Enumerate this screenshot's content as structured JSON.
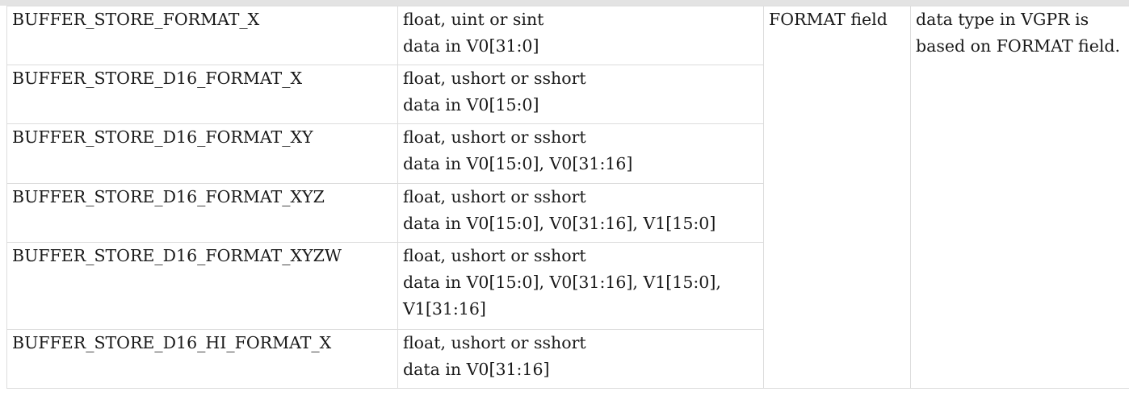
{
  "table": {
    "rows": [
      {
        "opcode": "BUFFER_STORE_FORMAT_X",
        "desc": [
          "float, uint or sint",
          "data in V0[31:0]"
        ]
      },
      {
        "opcode": "BUFFER_STORE_D16_FORMAT_X",
        "desc": [
          "float, ushort or sshort",
          "data in V0[15:0]"
        ]
      },
      {
        "opcode": "BUFFER_STORE_D16_FORMAT_XY",
        "desc": [
          "float, ushort or sshort",
          "data in V0[15:0], V0[31:16]"
        ]
      },
      {
        "opcode": "BUFFER_STORE_D16_FORMAT_XYZ",
        "desc": [
          "float, ushort or sshort",
          "data in V0[15:0], V0[31:16], V1[15:0]"
        ]
      },
      {
        "opcode": "BUFFER_STORE_D16_FORMAT_XYZW",
        "desc": [
          "float, ushort or sshort",
          "data in V0[15:0], V0[31:16], V1[15:0],",
          "V1[31:16]"
        ]
      },
      {
        "opcode": "BUFFER_STORE_D16_HI_FORMAT_X",
        "desc": [
          "float, ushort or sshort",
          "data in V0[31:16]"
        ]
      }
    ],
    "format_source": "FORMAT field",
    "note": "data type in VGPR is based on FORMAT field."
  }
}
